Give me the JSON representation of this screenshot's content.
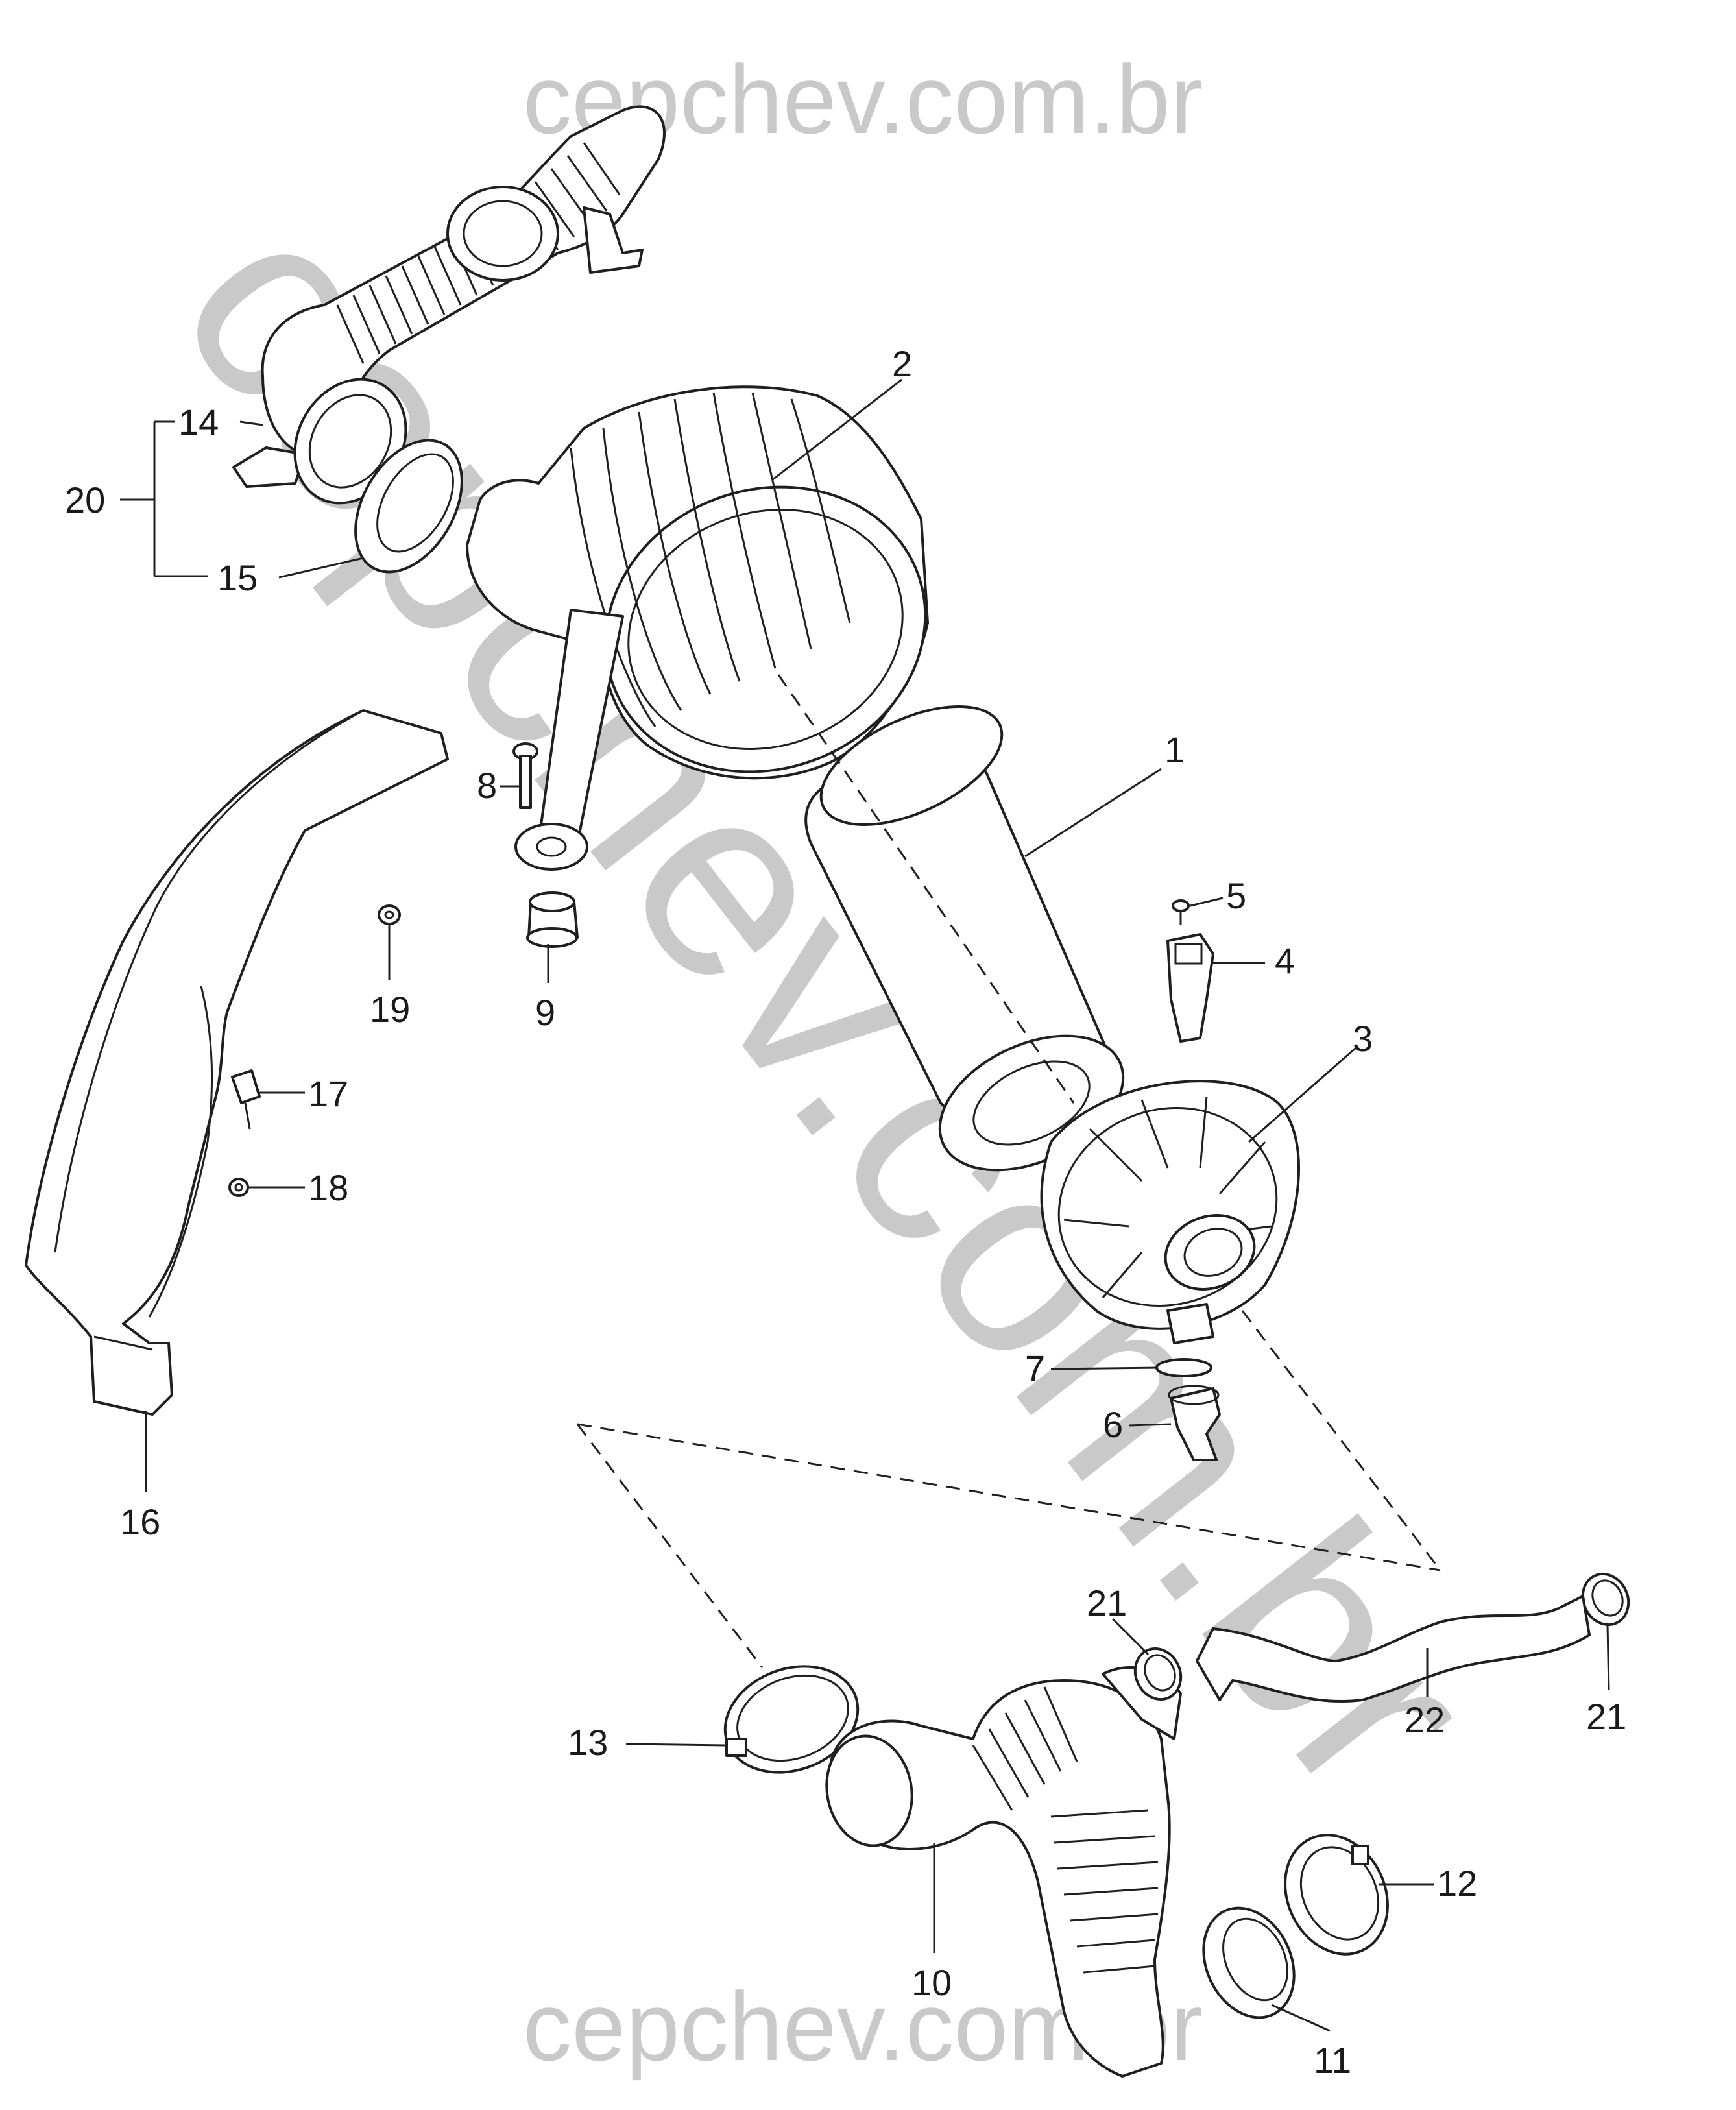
{
  "watermark": {
    "top": "cepchev.com.br",
    "bottom": "cepchev.com.br",
    "diagonal": "cepchev.com.br"
  },
  "callouts": [
    {
      "id": "1",
      "label": "1"
    },
    {
      "id": "2",
      "label": "2"
    },
    {
      "id": "3",
      "label": "3"
    },
    {
      "id": "4",
      "label": "4"
    },
    {
      "id": "5",
      "label": "5"
    },
    {
      "id": "6",
      "label": "6"
    },
    {
      "id": "7",
      "label": "7"
    },
    {
      "id": "8",
      "label": "8"
    },
    {
      "id": "9",
      "label": "9"
    },
    {
      "id": "10",
      "label": "10"
    },
    {
      "id": "11",
      "label": "11"
    },
    {
      "id": "12",
      "label": "12"
    },
    {
      "id": "13",
      "label": "13"
    },
    {
      "id": "14",
      "label": "14"
    },
    {
      "id": "15",
      "label": "15"
    },
    {
      "id": "16",
      "label": "16"
    },
    {
      "id": "17",
      "label": "17"
    },
    {
      "id": "18",
      "label": "18"
    },
    {
      "id": "19",
      "label": "19"
    },
    {
      "id": "20",
      "label": "20"
    },
    {
      "id": "21a",
      "label": "21"
    },
    {
      "id": "21b",
      "label": "21"
    },
    {
      "id": "22",
      "label": "22"
    }
  ],
  "colors": {
    "line": "#1f1f1f",
    "watermark": "#c9c9c9",
    "background": "#ffffff"
  }
}
